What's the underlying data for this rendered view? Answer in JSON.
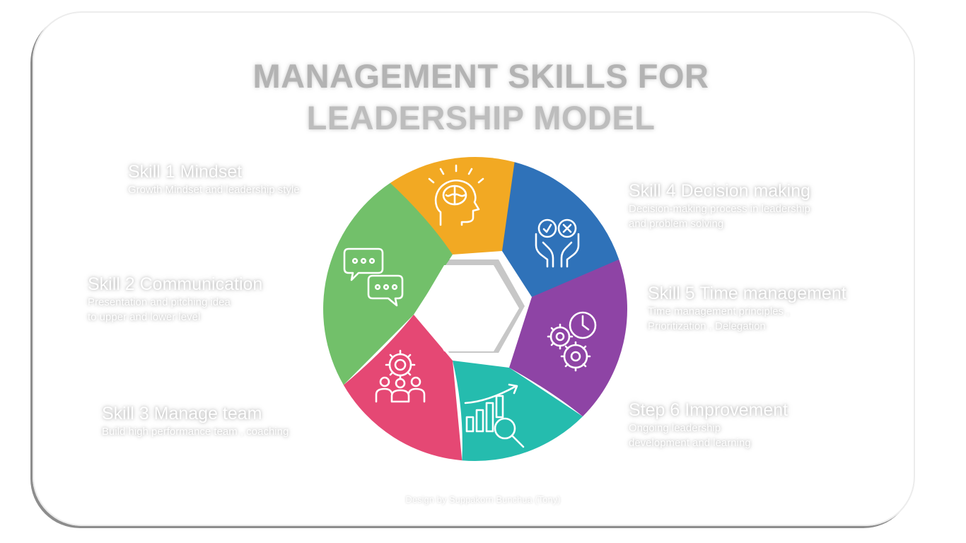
{
  "title": {
    "line1": "MANAGEMENT SKILLS FOR",
    "line2": "LEADERSHIP MODEL"
  },
  "skills": [
    {
      "title": "Skill 1 Mindset",
      "desc": "Growth Mindset and leadership style",
      "color": "#f2a923",
      "icon": "brain-head-icon"
    },
    {
      "title": "Skill 2 Communication",
      "desc": "Presentation and pitching idea\nto upper and lower level",
      "color": "#72c06a",
      "icon": "chat-bubbles-icon"
    },
    {
      "title": "Skill 3 Manage team",
      "desc": "Build high performance team , coaching",
      "color": "#e54874",
      "icon": "team-gear-icon"
    },
    {
      "title": "Skill 4 Decision making",
      "desc": "Decision-making process in leadership\nand problem solving",
      "color": "#2f72b9",
      "icon": "decision-hands-icon"
    },
    {
      "title": "Skill 5 Time management",
      "desc": "Time management principles ,\nPrioritization , Delegation",
      "color": "#8e44a5",
      "icon": "gears-clock-icon"
    },
    {
      "title": "Step 6 Improvement",
      "desc": "Ongoing leadership\ndevelopment and learning",
      "color": "#25bcae",
      "icon": "growth-chart-magnifier-icon"
    }
  ],
  "credit": "Design by Suppakorn Bunchua (Tony)"
}
